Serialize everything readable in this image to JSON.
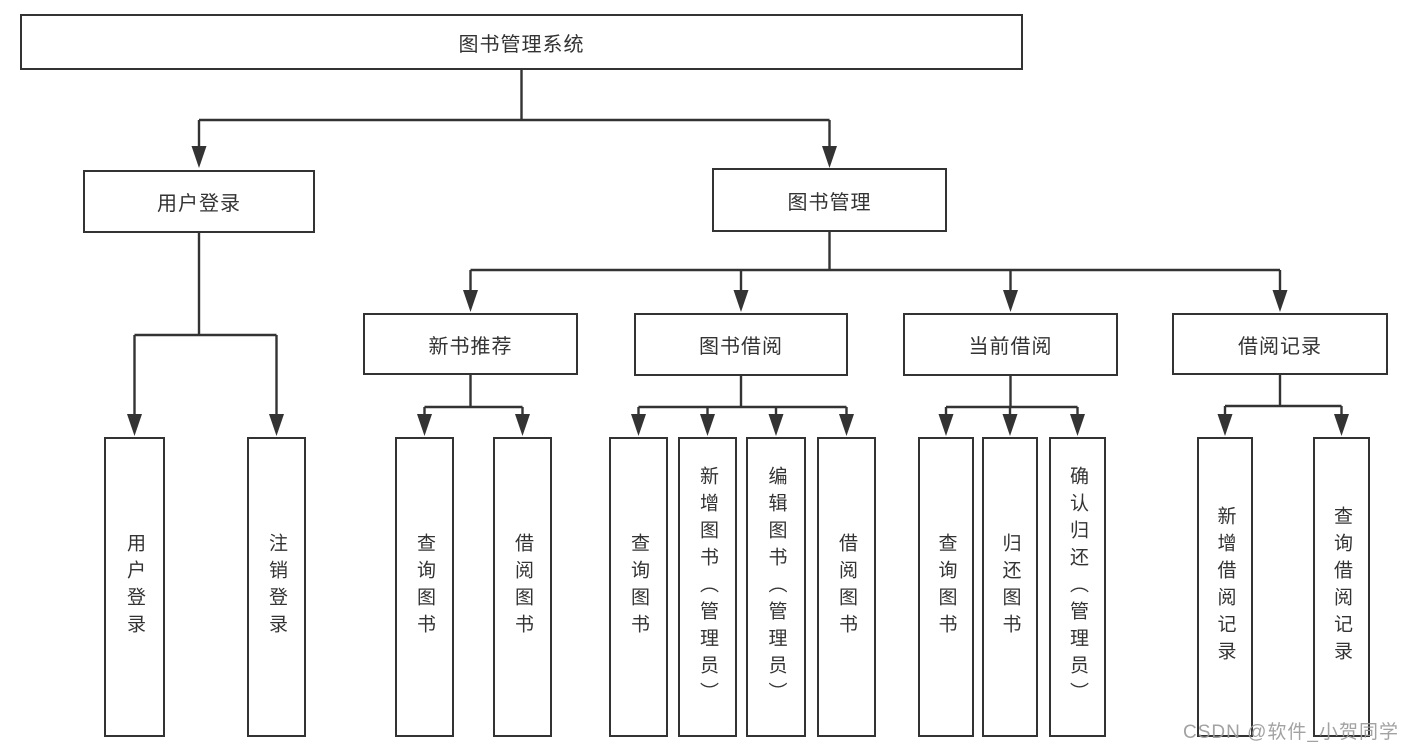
{
  "tree": {
    "label": "图书管理系统",
    "children": [
      {
        "label": "用户登录",
        "children": [
          {
            "label": "用户登录"
          },
          {
            "label": "注销登录"
          }
        ]
      },
      {
        "label": "图书管理",
        "children": [
          {
            "label": "新书推荐",
            "children": [
              {
                "label": "查询图书"
              },
              {
                "label": "借阅图书"
              }
            ]
          },
          {
            "label": "图书借阅",
            "children": [
              {
                "label": "查询图书"
              },
              {
                "label": "新增图书（管理员）"
              },
              {
                "label": "编辑图书（管理员）"
              },
              {
                "label": "借阅图书"
              }
            ]
          },
          {
            "label": "当前借阅",
            "children": [
              {
                "label": "查询图书"
              },
              {
                "label": "归还图书"
              },
              {
                "label": "确认归还（管理员）"
              }
            ]
          },
          {
            "label": "借阅记录",
            "children": [
              {
                "label": "新增借阅记录"
              },
              {
                "label": "查询借阅记录"
              }
            ]
          }
        ]
      }
    ]
  },
  "watermark": "CSDN @软件_小贺同学",
  "colors": {
    "line": "#333333",
    "box_border": "#333333",
    "text": "#333333",
    "watermark": "#9b9b9b",
    "background": "#ffffff"
  }
}
